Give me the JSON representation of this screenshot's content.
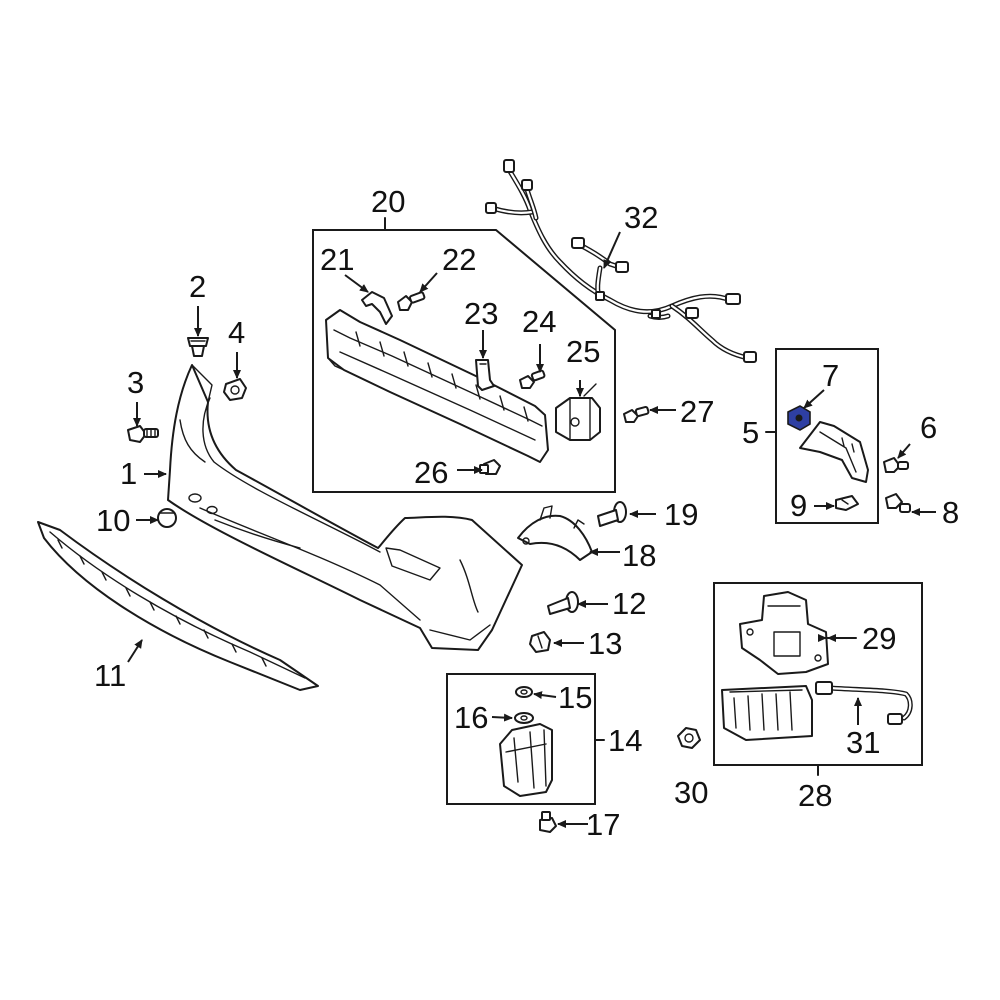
{
  "diagram": {
    "highlight_color": "#2e3fa3",
    "callouts": {
      "c1": "1",
      "c2": "2",
      "c3": "3",
      "c4": "4",
      "c5": "5",
      "c6": "6",
      "c7": "7",
      "c8": "8",
      "c9": "9",
      "c10": "10",
      "c11": "11",
      "c12": "12",
      "c13": "13",
      "c14": "14",
      "c15": "15",
      "c16": "16",
      "c17": "17",
      "c18": "18",
      "c19": "19",
      "c20": "20",
      "c21": "21",
      "c22": "22",
      "c23": "23",
      "c24": "24",
      "c25": "25",
      "c26": "26",
      "c27": "27",
      "c28": "28",
      "c29": "29",
      "c30": "30",
      "c31": "31",
      "c32": "32"
    }
  }
}
